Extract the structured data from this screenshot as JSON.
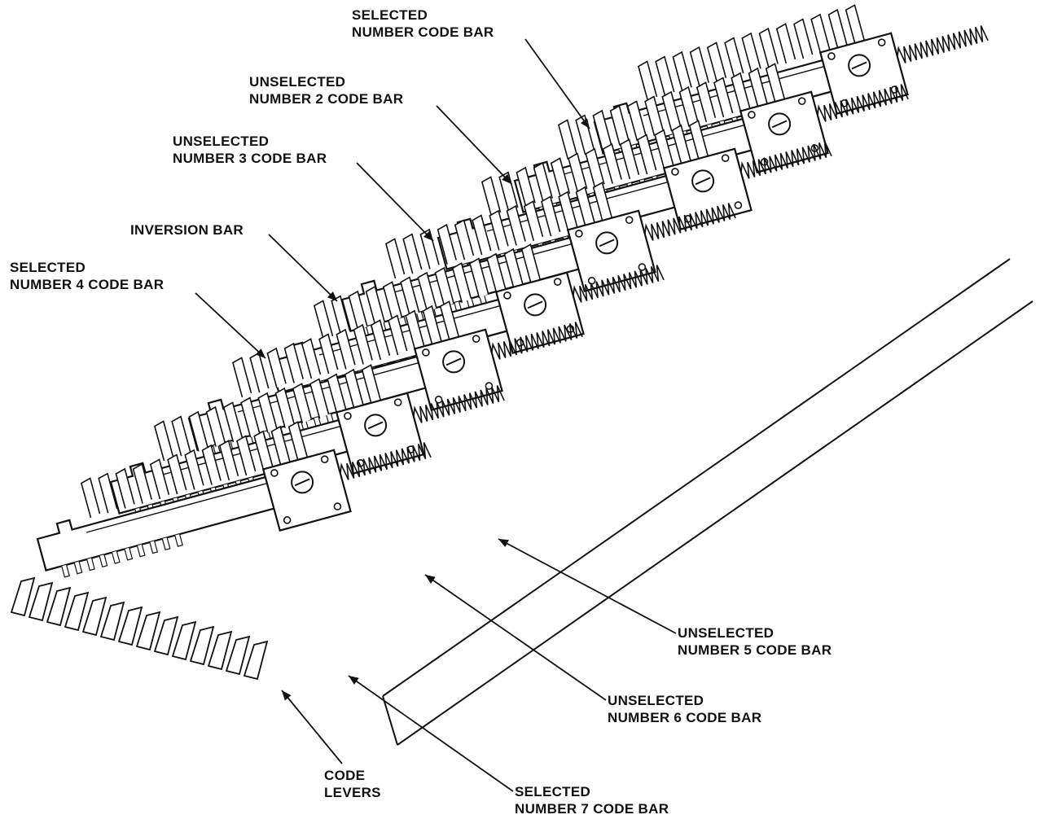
{
  "labels": {
    "selected_number_code_bar": [
      "SELECTED",
      "NUMBER CODE BAR"
    ],
    "unselected_number_2_code_bar": [
      "UNSELECTED",
      "NUMBER 2 CODE BAR"
    ],
    "unselected_number_3_code_bar": [
      "UNSELECTED",
      "NUMBER 3 CODE BAR"
    ],
    "inversion_bar": [
      "INVERSION BAR"
    ],
    "selected_number_4_code_bar": [
      "SELECTED",
      "NUMBER 4 CODE BAR"
    ],
    "unselected_number_5_code_bar": [
      "UNSELECTED",
      "NUMBER 5 CODE BAR"
    ],
    "unselected_number_6_code_bar": [
      "UNSELECTED",
      "NUMBER 6 CODE BAR"
    ],
    "code_levers": [
      "CODE",
      "LEVERS"
    ],
    "selected_number_7_code_bar": [
      "SELECTED",
      "NUMBER 7 CODE BAR"
    ]
  },
  "colors": {
    "ink": "#111111",
    "paper": "#ffffff"
  }
}
